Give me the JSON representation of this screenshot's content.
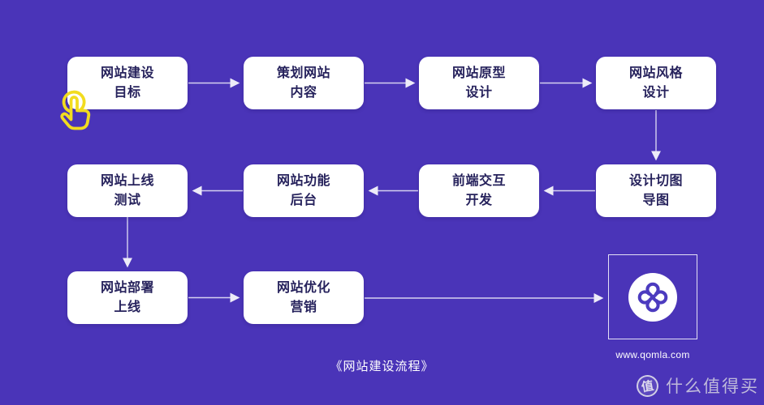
{
  "caption": "《网站建设流程》",
  "colors": {
    "background": "#4A34B8",
    "node_bg": "#FFFFFF",
    "node_text": "#26225C",
    "arrow": "#E6E3F7",
    "cursor_yellow": "#F2DC1F",
    "logo_purple": "#4C3BBF",
    "watermark": "#D9D8E2"
  },
  "nodes": [
    {
      "id": "build-goal",
      "label": "网站建设\n目标"
    },
    {
      "id": "plan-content",
      "label": "策划网站\n内容"
    },
    {
      "id": "prototype-design",
      "label": "网站原型\n设计"
    },
    {
      "id": "style-design",
      "label": "网站风格\n设计"
    },
    {
      "id": "design-slicing",
      "label": "设计切图\n导图"
    },
    {
      "id": "frontend-dev",
      "label": "前端交互\n开发"
    },
    {
      "id": "backend-function",
      "label": "网站功能\n后台"
    },
    {
      "id": "launch-testing",
      "label": "网站上线\n测试"
    },
    {
      "id": "deploy-launch",
      "label": "网站部署\n上线"
    },
    {
      "id": "optimize-marketing",
      "label": "网站优化\n营销"
    }
  ],
  "logo": {
    "icon": "qomla-clover-logo",
    "site_url": "www.qomla.com"
  },
  "watermark": {
    "icon_char": "值",
    "brand": "什么值得买"
  }
}
